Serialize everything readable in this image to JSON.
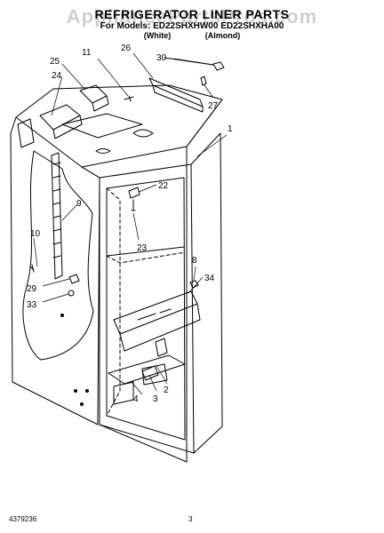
{
  "header": {
    "title": "REFRIGERATOR LINER PARTS",
    "subtitle": "For Models: ED22SHXHW00 ED22SHXHA00",
    "variant_left": "(White)",
    "variant_right": "(Almond)",
    "watermark": "AppliancePartsPros.com"
  },
  "callouts": [
    "1",
    "2",
    "3",
    "4",
    "8",
    "9",
    "10",
    "11",
    "22",
    "23",
    "24",
    "25",
    "26",
    "27",
    "29",
    "30",
    "33",
    "34"
  ],
  "footer": {
    "part_number": "4379236",
    "page_number": "3"
  }
}
